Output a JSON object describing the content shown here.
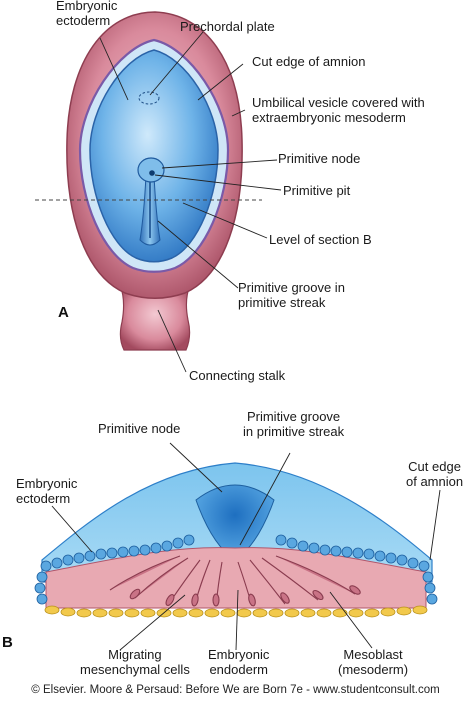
{
  "panel_a": {
    "letter": "A",
    "labels": {
      "embryonic_ectoderm": "Embryonic\nectoderm",
      "prechordal_plate": "Prechordal plate",
      "cut_edge_amnion": "Cut edge of amnion",
      "umbilical_vesicle": "Umbilical vesicle covered with\nextraembryonic mesoderm",
      "primitive_node": "Primitive node",
      "primitive_pit": "Primitive pit",
      "level_section_b": "Level of section B",
      "primitive_groove": "Primitive groove in\nprimitive streak",
      "connecting_stalk": "Connecting stalk"
    }
  },
  "panel_b": {
    "letter": "B",
    "labels": {
      "primitive_node": "Primitive node",
      "primitive_groove": "Primitive groove\nin primitive streak",
      "embryonic_ectoderm": "Embryonic\nectoderm",
      "cut_edge_amnion": "Cut edge\nof amnion",
      "migrating_cells": "Migrating\nmesenchymal cells",
      "embryonic_endoderm": "Embryonic\nendoderm",
      "mesoblast": "Mesoblast\n(mesoderm)"
    }
  },
  "credit": "© Elsevier. Moore & Persaud: Before We are Born 7e - www.studentconsult.com",
  "colors": {
    "umbilical_vesicle": "#b85a6e",
    "embryonic_disc": "#3d8fd6",
    "amnion_cavity": "#9fd3ef",
    "mesoderm": "#e8a9b2",
    "endoderm": "#f2c94c",
    "cell_blue": "#2d7fc9"
  }
}
